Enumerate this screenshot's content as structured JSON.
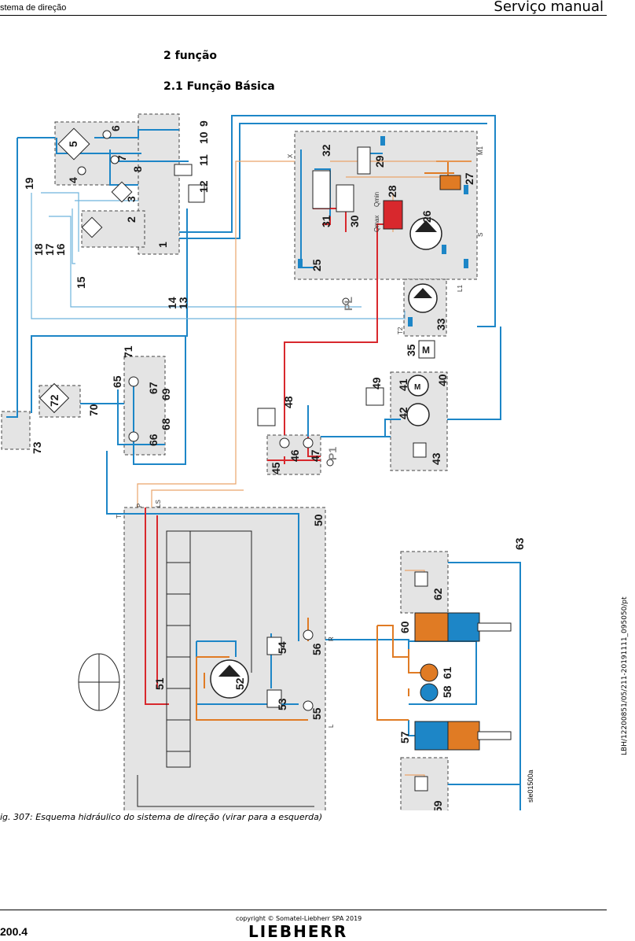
{
  "header": {
    "left_text": "stema de direção",
    "right_text": "Serviço manual"
  },
  "headings": {
    "h1": "2 função",
    "h2": "2.1 Função Básica"
  },
  "diagram": {
    "colors": {
      "pressure": "#d8282d",
      "load_sense": "#e07b24",
      "return": "#1d86c7",
      "housing": "#e4e4e4"
    },
    "labels": {
      "n1": "1",
      "n2": "2",
      "n3": "3",
      "n4": "4",
      "n5": "5",
      "n6": "6",
      "n7": "7",
      "n8": "8",
      "n9": "9",
      "n10": "10",
      "n11": "11",
      "n12": "12",
      "n13": "13",
      "n14": "14",
      "n15": "15",
      "n16": "16",
      "n17": "17",
      "n18": "18",
      "n19": "19",
      "n25": "25",
      "n26": "26",
      "n27": "27",
      "n28": "28",
      "n29": "29",
      "n30": "30",
      "n31": "31",
      "n32": "32",
      "n33": "33",
      "n35": "35",
      "n40": "40",
      "n41": "41",
      "n42": "42",
      "n43": "43",
      "n45": "45",
      "n46": "46",
      "n47": "47",
      "n48": "48",
      "n49": "49",
      "n50": "50",
      "n51": "51",
      "n52": "52",
      "n53": "53",
      "n54": "54",
      "n55": "55",
      "n56": "56",
      "n57": "57",
      "n58": "58",
      "n59": "59",
      "n60": "60",
      "n61": "61",
      "n62": "62",
      "n63": "63",
      "n65": "65",
      "n66": "66",
      "n67": "67",
      "n68": "68",
      "n69": "69",
      "n70": "70",
      "n71": "71",
      "n72": "72",
      "n73": "73",
      "pl": "PL",
      "p1": "P1",
      "m": "M",
      "qmax": "Qmax",
      "qmin": "Qmin",
      "port_t": "T",
      "port_p": "P",
      "port_ls": "LS",
      "port_r": "R",
      "port_l": "L",
      "port_x": "X",
      "port_m1": "M1",
      "port_s": "S",
      "port_t2": "T2",
      "port_l1": "L1"
    }
  },
  "drawing_ref": "sle01500a",
  "side_ref": "LBH/12200851/05/211-20191111_095050/pt",
  "caption": "ig. 307: Esquema hidráulico do sistema de direção (virar para a esquerda)",
  "footer": {
    "copyright": "copyright © Somatel-Liebherr SPA 2019",
    "page_number": "200.4",
    "brand": "LIEBHERR"
  }
}
